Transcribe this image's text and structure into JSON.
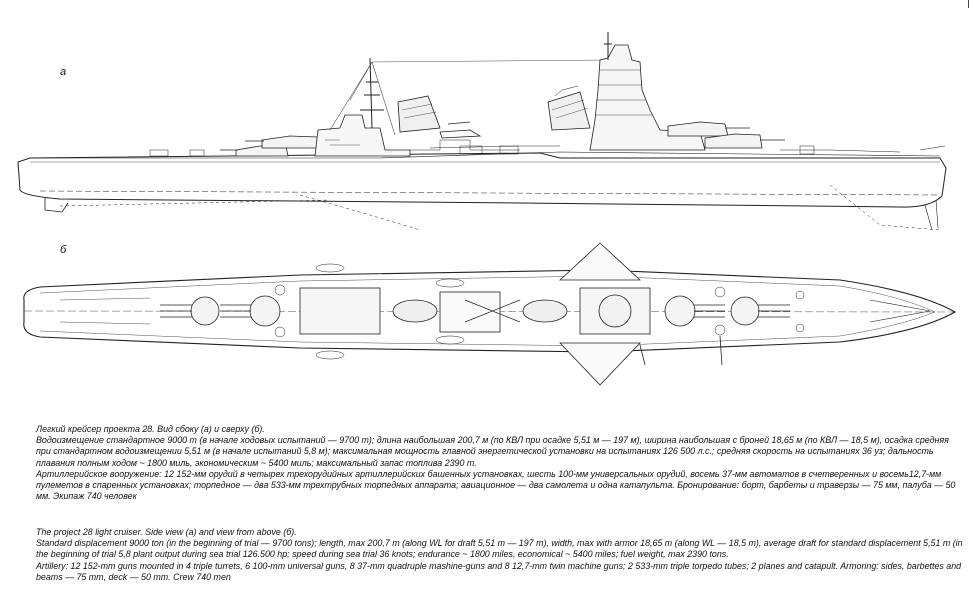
{
  "labels": {
    "side_view": "а",
    "top_view": "б"
  },
  "caption_ru": {
    "title": "Легкий крейсер проекта 28. Вид сбоку (а) и сверху (б).",
    "specs": "Водоизмещение стандартное 9000 т (в начале ходовых испытаний — 9700 т); длина наибольшая 200,7 м (по КВЛ при осадке 5,51 м — 197 м), ширина наибольшая с броней 18,65 м (по КВЛ — 18,5 м), осадка средняя при стандартном водоизмещении 5,51 м (в начале испытаний 5,8 м); максимальная мощность главной энергетической установки на испытаниях 126 500 л.с.; средняя скорость на испытаниях 36 уз; дальность плавания полным ходом ~ 1800 миль, экономическим ~ 5400 миль; максимальный запас топлива 2390 т.",
    "armament": "Артиллерийское вооружение: 12 152-мм орудий в четырех трехорудийных артиллерийских башенных установках, шесть 100-мм универсальных орудий, восемь 37-мм автоматов в счетверенных и восемь12,7-мм пулеметов в спаренных установках; торпедное — два 533-мм трехтрубных торпедных аппарата; авиационное — два самолета и одна катапульта. Бронирование: борт, барбеты и траверзы — 75 мм, палуба — 50 мм. Экипаж 740 человек"
  },
  "caption_en": {
    "title": "The project 28 light cruiser. Side view (a) and view from above (б).",
    "specs": "Standard displacement 9000 ton (in the beginning of trial — 9700 tons); length, max 200,7 m (along WL for draft 5,51 m — 197 m), width, max with armor 18,65 m (along WL — 18,5 m), average draft for standard displacement 5,51 m (in the beginning of trial 5,8 plant output during sea trial 126.500 hp; speed during sea trial 36 knots; endurance ~ 1800 miles, economical ~ 5400 miles; fuel weight, max 2390 tons.",
    "armament": "Artillery: 12 152-mm guns mounted in 4 triple turrets, 6 100-mm universal guns, 8 37-mm quadruple mashine-guns and 8 12,7-mm twin machine guns; 2 533-mm triple torpedo tubes; 2 planes and catapult. Armoring: sides, barbettes and beams — 75 mm, deck — 50 mm. Crew 740 men"
  }
}
